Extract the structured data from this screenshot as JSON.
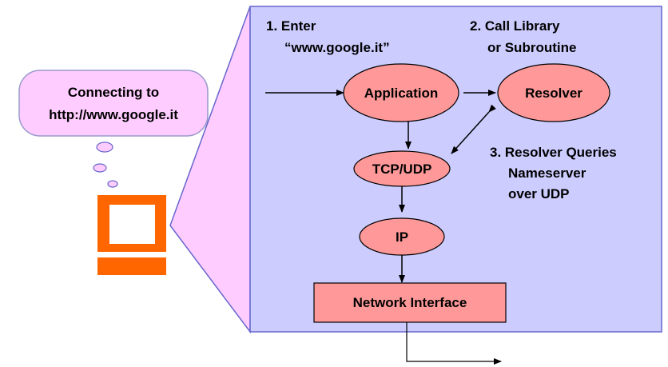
{
  "bubble": {
    "line1": "Connecting to",
    "line2": "http://www.google.it"
  },
  "steps": {
    "step1_line1": "1.  Enter",
    "step1_line2": "“www.google.it”",
    "step2_line1": "2.  Call Library",
    "step2_line2": "or Subroutine",
    "step3_line1": "3.  Resolver Queries",
    "step3_line2": "Nameserver",
    "step3_line3": "over UDP"
  },
  "nodes": {
    "application": "Application",
    "resolver": "Resolver",
    "tcp_udp": "TCP/UDP",
    "ip": "IP",
    "network_interface": "Network Interface"
  },
  "colors": {
    "panel_fill": "#ccccff",
    "zoom_fill": "#ffccff",
    "node_fill": "#ff9999",
    "bubble_fill": "#ffccff",
    "computer": "#ff6600"
  }
}
